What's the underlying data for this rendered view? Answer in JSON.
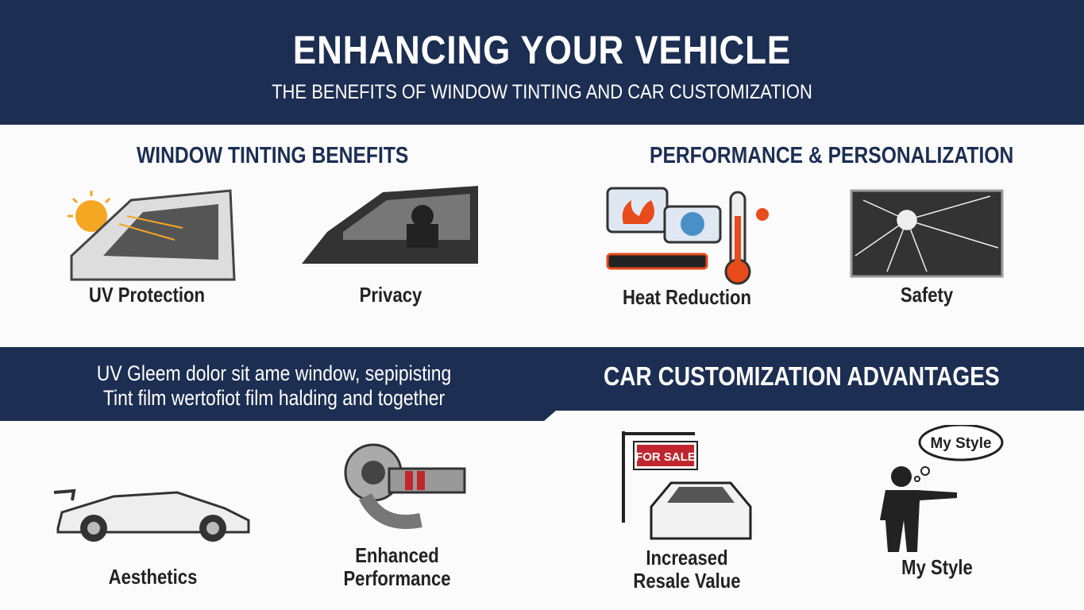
{
  "header": {
    "title": "ENHANCING YOUR VEHICLE",
    "subtitle": "THE BENEFITS OF WINDOW TINTING AND CAR CUSTOMIZATION"
  },
  "sections": {
    "tinting": "WINDOW TINTING BENEFITS",
    "performance": "PERFORMANCE & PERSONALIZATION",
    "customization": "CAR CUSTOMIZATION ADVANTAGES"
  },
  "band": {
    "line1": "UV Gleem dolor sit ame window, sepipisting",
    "line2": "Tint film wertofiot film halding and together"
  },
  "items": {
    "uv": "UV Protection",
    "privacy": "Privacy",
    "heat": "Heat Reduction",
    "safety": "Safety",
    "aesthetics": "Aesthetics",
    "performance1": "Enhanced",
    "performance2": "Performance",
    "resale1": "Increased",
    "resale2": "Resale Value",
    "style": "My Style",
    "for_sale": "FOR SALE",
    "bubble": "My Style"
  },
  "colors": {
    "navy": "#1c2e52",
    "accent": "#e84b1c"
  }
}
